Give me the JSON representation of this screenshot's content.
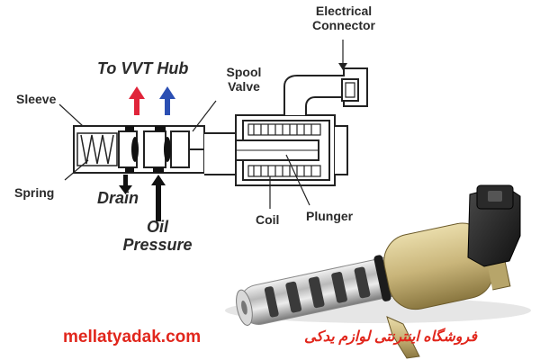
{
  "labels": {
    "electrical_connector_line1": "Electrical",
    "electrical_connector_line2": "Connector",
    "to_vvt_hub": "To VVT Hub",
    "spool_valve_line1": "Spool",
    "spool_valve_line2": "Valve",
    "sleeve": "Sleeve",
    "spring": "Spring",
    "drain": "Drain",
    "oil_pressure_line1": "Oil",
    "oil_pressure_line2": "Pressure",
    "coil": "Coil",
    "plunger": "Plunger"
  },
  "footer": {
    "website": "mellatyadak.com",
    "persian_text": "فروشگاه اینترنتی لوازم یدکی"
  },
  "colors": {
    "arrow_red": "#e0243a",
    "arrow_blue": "#2b4fb3",
    "brand_red": "#e1261c",
    "line_dark": "#222222"
  }
}
